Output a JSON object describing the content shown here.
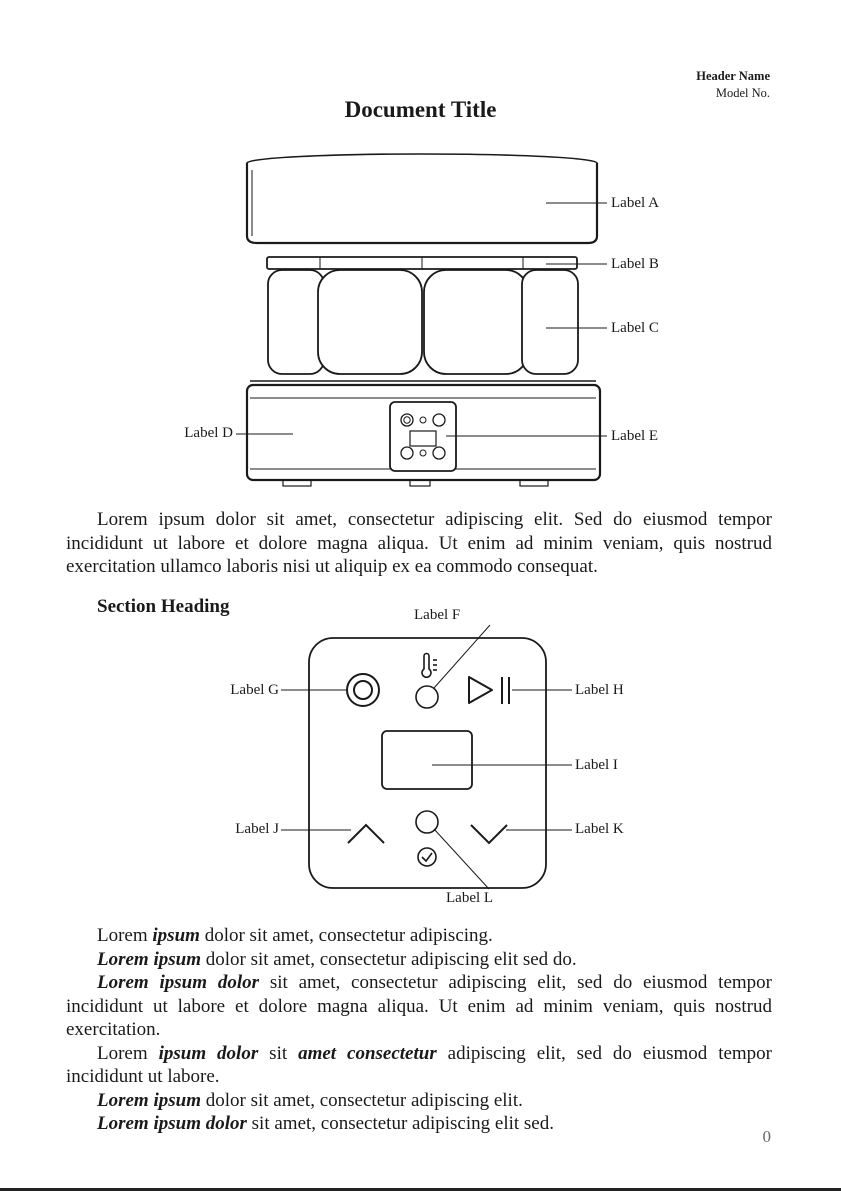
{
  "header": {
    "product_name": "Header Name",
    "model": "Model No."
  },
  "page_title": "Document Title",
  "device_figure": {
    "labels": {
      "main_lid": "Label A",
      "jar_lid": "Label B",
      "jar": "Label C",
      "device": "Label D",
      "control_panel": "Label E"
    }
  },
  "intro_paragraph": "Lorem ipsum dolor sit amet, consectetur adipiscing elit. Sed do eiusmod tempor incididunt ut labore et dolore magna aliqua. Ut enim ad minim veniam, quis nostrud exercitation ullamco laboris nisi ut aliquip ex ea commodo consequat.",
  "control_section": {
    "heading": "Section Heading",
    "labels": {
      "temp_indicator": "Label F",
      "time_temp_button": "Label G",
      "start_stop_button": "Label H",
      "display": "Label I",
      "increase_button": "Label J",
      "decrease_button": "Label K",
      "time_indicator": "Label L"
    }
  },
  "descriptions": [
    {
      "lead_plain": "Lorem ",
      "bold": "ipsum",
      "rest": " dolor sit amet, consectetur adipiscing."
    },
    {
      "bold": "Lorem ipsum",
      "rest": " dolor sit amet, consectetur adipiscing elit sed do."
    },
    {
      "bold": "Lorem ipsum dolor",
      "rest": " sit amet, consectetur adipiscing elit, sed do eiusmod tempor incididunt ut labore et dolore magna aliqua. Ut enim ad minim veniam, quis nostrud exercitation."
    },
    {
      "lead_plain": "Lorem ",
      "bold": "ipsum dolor",
      "mid_plain": " sit ",
      "bold2": "amet consectetur",
      "rest": " adipiscing elit, sed do eiusmod tempor incididunt ut labore."
    },
    {
      "bold": "Lorem ipsum",
      "rest": " dolor sit amet, consectetur adipiscing elit."
    },
    {
      "bold": "Lorem ipsum dolor",
      "rest": " sit amet, consectetur adipiscing elit sed."
    }
  ],
  "page_number": "0"
}
